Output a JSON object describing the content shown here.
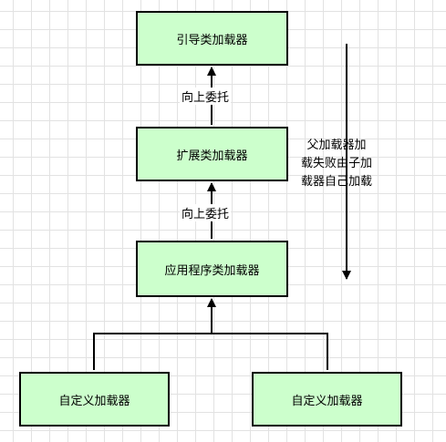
{
  "nodes": {
    "bootstrap": "引导类加载器",
    "extension": "扩展类加载器",
    "application": "应用程序类加载器",
    "custom_left": "自定义加载器",
    "custom_right": "自定义加载器"
  },
  "edge_labels": {
    "upper": "向上委托",
    "lower": "向上委托"
  },
  "note": {
    "lines": [
      "父加载器加",
      "载失败由子加",
      "载器自己加载"
    ]
  },
  "colors": {
    "node_fill": "#ccffcc",
    "stroke": "#000000",
    "grid": "#e2e2e2"
  }
}
